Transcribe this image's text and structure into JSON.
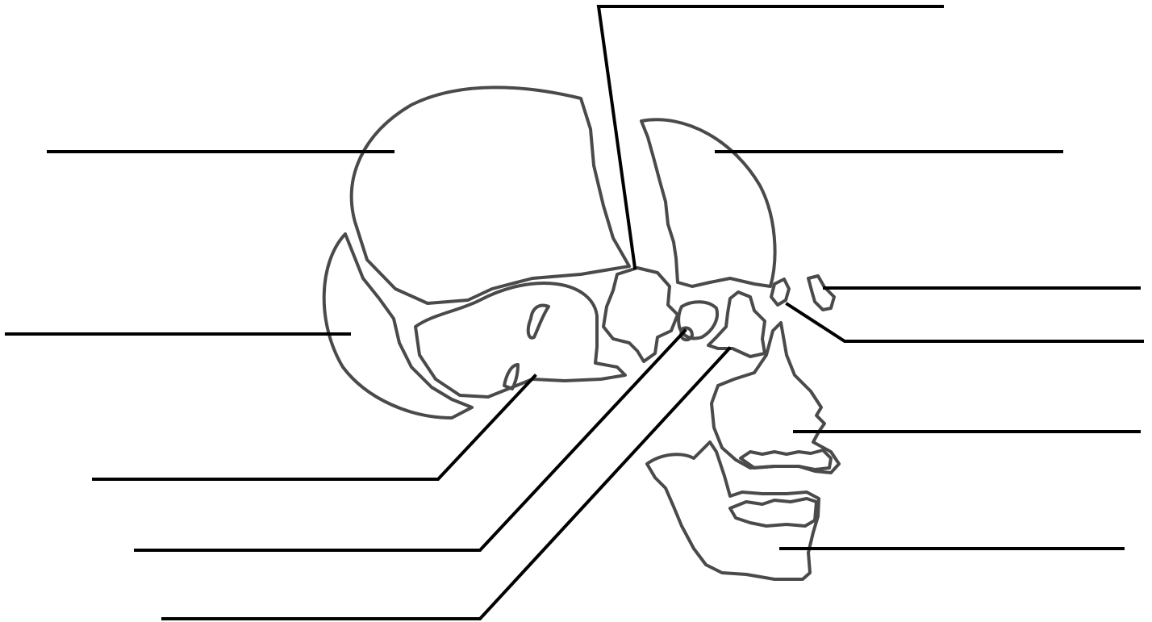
{
  "diagram": {
    "kind": "exploded-skull-labeling-worksheet",
    "colors": {
      "bone_outline": "#4a4a4a",
      "leader_line": "#000000",
      "background": "#ffffff"
    },
    "blank_labels": [
      {
        "id": "parietal-blank",
        "text": ""
      },
      {
        "id": "suture-top-blank",
        "text": ""
      },
      {
        "id": "frontal-blank",
        "text": ""
      },
      {
        "id": "occipital-blank",
        "text": ""
      },
      {
        "id": "nasal-blank",
        "text": ""
      },
      {
        "id": "lacrimal-blank",
        "text": ""
      },
      {
        "id": "maxilla-blank",
        "text": ""
      },
      {
        "id": "temporal-blank",
        "text": ""
      },
      {
        "id": "zygomatic-small-blank",
        "text": ""
      },
      {
        "id": "mandible-blank",
        "text": ""
      },
      {
        "id": "zygomatic-blank",
        "text": ""
      }
    ]
  }
}
